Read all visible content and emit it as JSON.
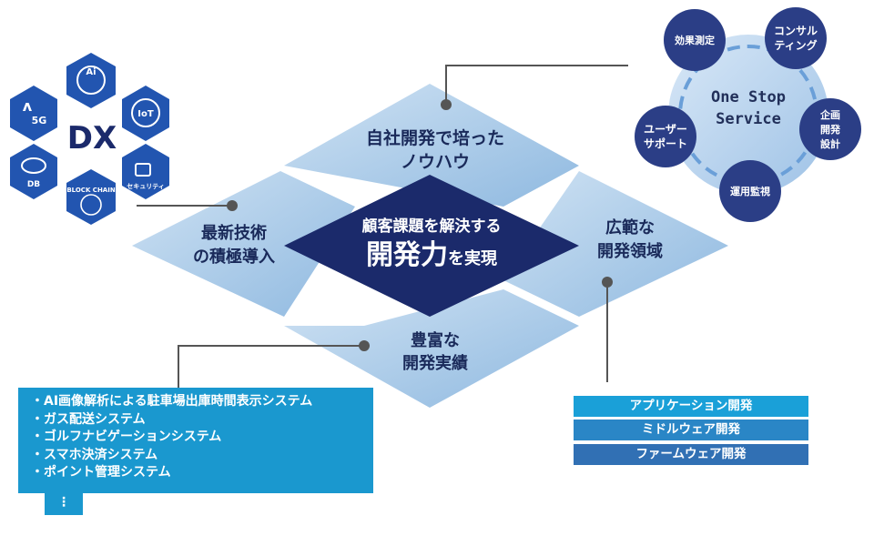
{
  "center": {
    "line1": "顧客課題を解決する",
    "big": "開発力",
    "small": "を実現"
  },
  "top_tile": {
    "line1": "自社開発で培った",
    "line2": "ノウハウ"
  },
  "left_tile": {
    "line1": "最新技術",
    "line2": "の積極導入"
  },
  "right_tile": {
    "line1": "広範な",
    "line2": "開発領域"
  },
  "bottom_tile": {
    "line1": "豊富な",
    "line2": "開発実績"
  },
  "dx": {
    "title": "DX",
    "ai": "Ai",
    "iot": "IoT",
    "fiveg": "5G",
    "db": "DB",
    "blockchain": "BLOCK CHAIN",
    "security": "セキュリティ"
  },
  "one_stop": {
    "line1": "One Stop",
    "line2": "Service",
    "nodes": {
      "effect": "効果測定",
      "consulting": [
        "コンサル",
        "ティング"
      ],
      "planning": [
        "企画",
        "開発",
        "設計"
      ],
      "operation": "運用監視",
      "support": [
        "ユーザー",
        "サポート"
      ]
    }
  },
  "achievements": [
    "・AI画像解析による駐車場出庫時間表示システム",
    "・ガス配送システム",
    "・ゴルフナビゲーションシステム",
    "・スマホ決済システム",
    "・ポイント管理システム"
  ],
  "ellipsis": "⋮",
  "dev_areas": [
    "アプリケーション開発",
    "ミドルウェア開発",
    "ファームウェア開発"
  ],
  "colors": {
    "navy": "#1b2a6b",
    "tile": "#9fc5e8",
    "cyan": "#1a98cf",
    "dev1": "#1aa0d8",
    "dev2": "#2a86c6",
    "dev3": "#3170b4",
    "circle": "#2b3e86"
  }
}
